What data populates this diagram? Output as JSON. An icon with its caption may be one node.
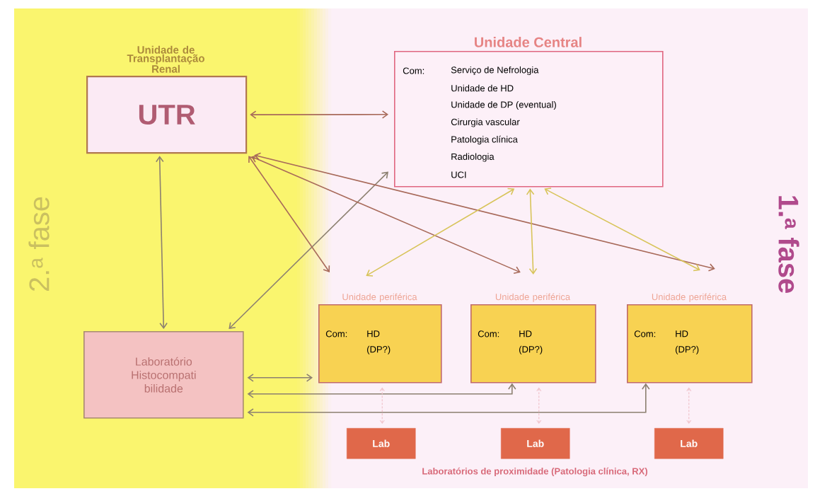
{
  "diagram": {
    "nodes": [
      {
        "text": [
          "Unidade de Transplantação Renal",
          "UTR"
        ]
      },
      {
        "text": [
          "Unidade Central",
          "Com:",
          "Serviço de Nefrologia",
          "Unidade de HD",
          "Unidade de DP (eventual)",
          "Cirurgia vascular",
          "Patologia clínica",
          "Radiologia",
          "UCI"
        ]
      },
      {
        "text": [
          "Laboratório Histocompati bilidade"
        ]
      },
      {
        "text": [
          "Unidade periférica",
          "Com:",
          "HD (DP?)"
        ]
      },
      {
        "text": [
          "Unidade periférica",
          "Com:",
          "HD (DP?)"
        ]
      },
      {
        "text": [
          "Unidade periférica",
          "Com:",
          "HD (DP?)"
        ]
      },
      {
        "text": [
          "Lab"
        ]
      },
      {
        "text": [
          "Lab"
        ]
      },
      {
        "text": [
          "Lab"
        ]
      }
    ],
    "edges": [
      {
        "from": 0,
        "to": 1,
        "arrow": "both",
        "color": "#a86a5a"
      },
      {
        "from": 0,
        "to": 2,
        "arrow": "both"
      },
      {
        "from": 2,
        "to": 1,
        "arrow": "both"
      },
      {
        "from": 0,
        "to": 3,
        "arrow": "both",
        "color": "#a86a5a"
      },
      {
        "from": 0,
        "to": 4,
        "arrow": "both",
        "color": "#a86a5a"
      },
      {
        "from": 0,
        "to": 5,
        "arrow": "both",
        "color": "#a86a5a"
      },
      {
        "from": 1,
        "to": 3,
        "arrow": "both",
        "color": "#d8c45a"
      },
      {
        "from": 1,
        "to": 4,
        "arrow": "both",
        "color": "#d8c45a"
      },
      {
        "from": 1,
        "to": 5,
        "arrow": "both",
        "color": "#d8c45a"
      },
      {
        "from": 2,
        "to": 3,
        "arrow": "both"
      },
      {
        "from": 2,
        "to": 4,
        "arrow": "both"
      },
      {
        "from": 2,
        "to": 5,
        "arrow": "both"
      },
      {
        "from": 3,
        "to": 6,
        "arrow": "both",
        "style": "dashed",
        "color": "#f0c4cc"
      },
      {
        "from": 4,
        "to": 7,
        "arrow": "both",
        "style": "dashed",
        "color": "#f0c4cc"
      },
      {
        "from": 5,
        "to": 8,
        "arrow": "both",
        "style": "dashed",
        "color": "#f0c4cc"
      }
    ],
    "labels": [
      "2.$^{a}$ fase",
      "1.$^{a}$ fase",
      "Laboratórios de proximidade (Patologia clínica, RX)"
    ]
  }
}
